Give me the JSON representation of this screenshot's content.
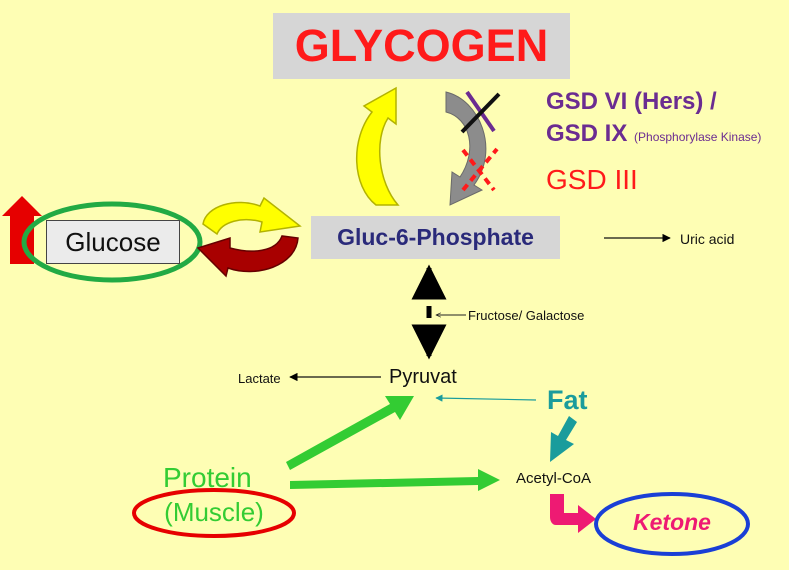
{
  "title": "GLYCOGEN",
  "gsd": {
    "line1": "GSD VI (Hers) /",
    "line2_main": "GSD IX",
    "line2_small": "(Phosphorylase Kinase)",
    "line3": "GSD III"
  },
  "nodes": {
    "glucose": "Glucose",
    "g6p": "Gluc-6-Phosphate",
    "uric_acid": "Uric acid",
    "fructose_galactose": "Fructose/ Galactose",
    "lactate": "Lactate",
    "pyruvat": "Pyruvat",
    "fat": "Fat",
    "protein": "Protein",
    "muscle": "(Muscle)",
    "acetyl_coa": "Acetyl-CoA",
    "ketone": "Ketone"
  },
  "colors": {
    "background": "#fefeb4",
    "title_red": "#ff1a1a",
    "gsd_purple": "#6b2c91",
    "green": "#33cc33",
    "ellipse_green": "#22aa44",
    "teal": "#1a9c9c",
    "magenta": "#ee1a73",
    "blue": "#1a3fd6",
    "yellow": "#ffff00",
    "dark_red": "#a80000",
    "red_up_arrow": "#e60000"
  }
}
